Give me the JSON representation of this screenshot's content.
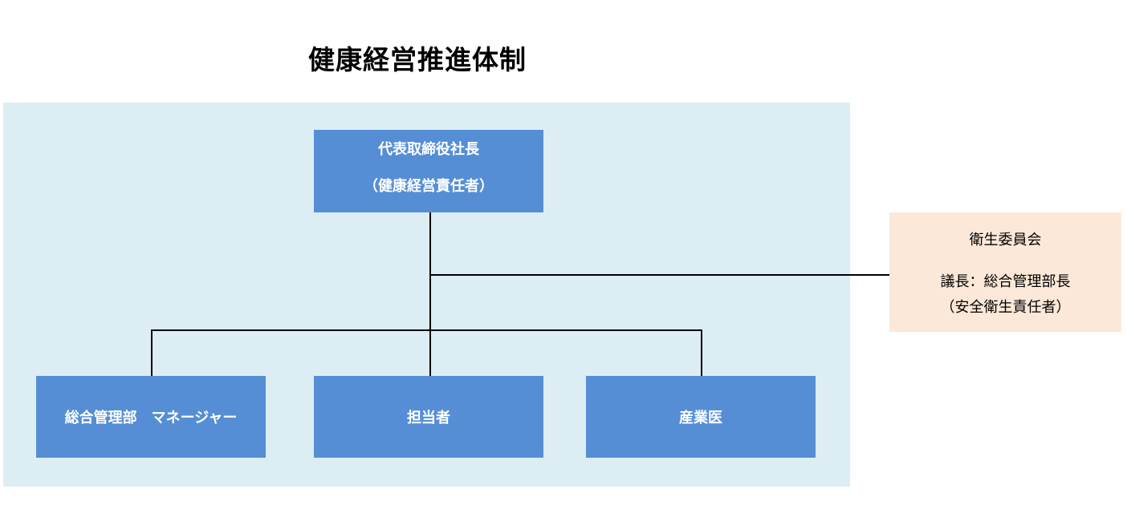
{
  "title": "健康経営推進体制",
  "org": {
    "ceo": {
      "title": "代表取締役社長",
      "role": "（健康経営責任者）"
    },
    "members": [
      {
        "label": "総合管理部　マネージャー"
      },
      {
        "label": "担当者"
      },
      {
        "label": "産業医"
      }
    ],
    "committee": {
      "name": "衛生委員会",
      "chair": "議長：総合管理部長",
      "role": "（安全衛生責任者）"
    }
  },
  "colors": {
    "panel_background": "#dcedf4",
    "box_fill": "#558ed5",
    "box_text": "#ffffff",
    "committee_fill": "#fce8d8",
    "connector": "#000000"
  }
}
